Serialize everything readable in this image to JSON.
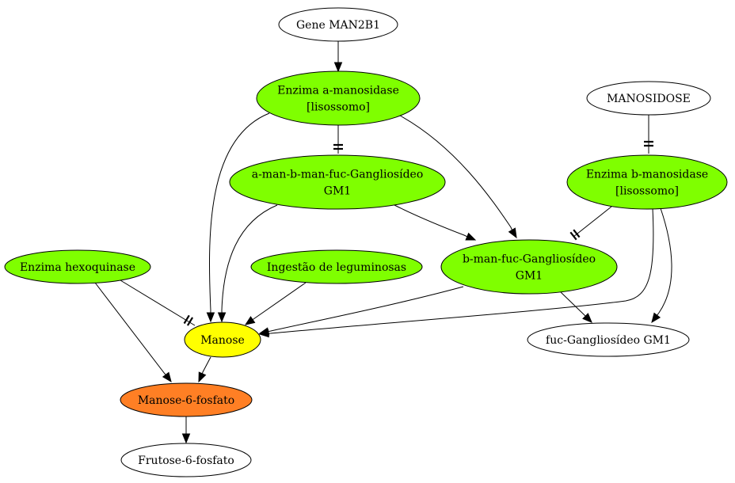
{
  "colors": {
    "green": "#7fff00",
    "yellow": "#ffff00",
    "orange": "#ff7f24",
    "white": "#ffffff"
  },
  "nodes": {
    "gene_man2b1": {
      "lines": [
        "Gene MAN2B1"
      ],
      "fill": "white"
    },
    "enzima_a_manosidase": {
      "lines": [
        "Enzima a-manosidase",
        "[lisossomo]"
      ],
      "fill": "green"
    },
    "manosidose": {
      "lines": [
        "MANOSIDOSE"
      ],
      "fill": "white"
    },
    "a_man_b_man_fuc_gm1": {
      "lines": [
        "a-man-b-man-fuc-Gangliosídeo",
        "GM1"
      ],
      "fill": "green"
    },
    "enzima_b_manosidase": {
      "lines": [
        "Enzima b-manosidase",
        "[lisossomo]"
      ],
      "fill": "green"
    },
    "enzima_hexoquinase": {
      "lines": [
        "Enzima hexoquinase"
      ],
      "fill": "green"
    },
    "ingestao_leguminosas": {
      "lines": [
        "Ingestão de leguminosas"
      ],
      "fill": "green"
    },
    "b_man_fuc_gm1": {
      "lines": [
        "b-man-fuc-Gangliosídeo",
        "GM1"
      ],
      "fill": "green"
    },
    "manose": {
      "lines": [
        "Manose"
      ],
      "fill": "yellow"
    },
    "fuc_gm1": {
      "lines": [
        "fuc-Gangliosídeo GM1"
      ],
      "fill": "white"
    },
    "manose_6_fosfato": {
      "lines": [
        "Manose-6-fosfato"
      ],
      "fill": "orange"
    },
    "frutose_6_fosfato": {
      "lines": [
        "Frutose-6-fosfato"
      ],
      "fill": "white"
    }
  },
  "edges": [
    {
      "from": "gene_man2b1",
      "to": "enzima_a_manosidase",
      "type": "activation"
    },
    {
      "from": "enzima_a_manosidase",
      "to": "a_man_b_man_fuc_gm1",
      "type": "inhibition"
    },
    {
      "from": "enzima_a_manosidase",
      "to": "manose",
      "type": "activation"
    },
    {
      "from": "enzima_a_manosidase",
      "to": "b_man_fuc_gm1",
      "type": "activation"
    },
    {
      "from": "manosidose",
      "to": "enzima_b_manosidase",
      "type": "inhibition"
    },
    {
      "from": "a_man_b_man_fuc_gm1",
      "to": "manose",
      "type": "activation"
    },
    {
      "from": "a_man_b_man_fuc_gm1",
      "to": "b_man_fuc_gm1",
      "type": "activation"
    },
    {
      "from": "enzima_b_manosidase",
      "to": "b_man_fuc_gm1",
      "type": "inhibition"
    },
    {
      "from": "enzima_b_manosidase",
      "to": "manose",
      "type": "activation"
    },
    {
      "from": "enzima_b_manosidase",
      "to": "fuc_gm1",
      "type": "activation"
    },
    {
      "from": "enzima_hexoquinase",
      "to": "manose",
      "type": "inhibition"
    },
    {
      "from": "enzima_hexoquinase",
      "to": "manose_6_fosfato",
      "type": "activation"
    },
    {
      "from": "ingestao_leguminosas",
      "to": "manose",
      "type": "activation"
    },
    {
      "from": "b_man_fuc_gm1",
      "to": "manose",
      "type": "activation"
    },
    {
      "from": "b_man_fuc_gm1",
      "to": "fuc_gm1",
      "type": "activation"
    },
    {
      "from": "manose",
      "to": "manose_6_fosfato",
      "type": "activation"
    },
    {
      "from": "manose_6_fosfato",
      "to": "frutose_6_fosfato",
      "type": "activation"
    }
  ]
}
